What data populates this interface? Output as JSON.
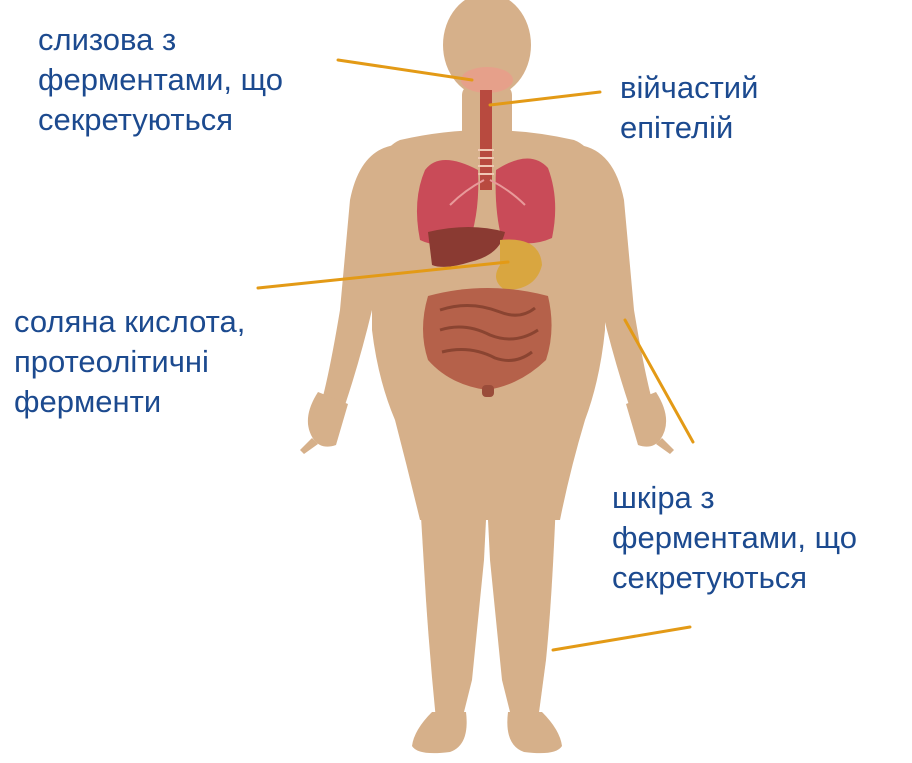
{
  "colors": {
    "label_text": "#1c4a8f",
    "leader_line": "#e39a16",
    "skin": "#d6b08a",
    "lungs": "#c94b58",
    "liver": "#8a3a32",
    "stomach": "#d9a640",
    "intestines": "#b5614a",
    "trachea": "#b84a3f"
  },
  "labels": {
    "mucosa": [
      "слизова з",
      "ферментами, що",
      "секретуються"
    ],
    "cilia": [
      "війчастий",
      "епітелій"
    ],
    "acid": [
      "соляна кислота,",
      "протеолітичні",
      "ферменти"
    ],
    "skin": [
      "шкіра з",
      "ферментами, що",
      "секретуються"
    ]
  },
  "icons": {
    "body": "human-body-silhouette-icon",
    "organs": "internal-organs-icon"
  }
}
